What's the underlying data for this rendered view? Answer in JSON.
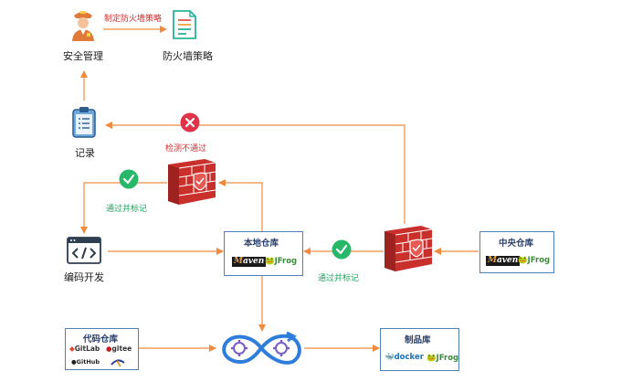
{
  "nodes": {
    "security_mgmt": "安全管理",
    "firewall_policy": "防火墙策略",
    "record": "记录",
    "coding": "编码开发",
    "local_repo": "本地仓库",
    "central_repo": "中央仓库",
    "code_repo": "代码仓库",
    "artifact_repo": "制品库"
  },
  "edges": {
    "set_policy": "制定防火墙策略",
    "check_failed": "检测不通过",
    "passed_marked_left": "通过并标记",
    "passed_marked_right": "通过并标记"
  },
  "logos": {
    "maven_prefix": "M",
    "maven_rest": "aven",
    "jfrog": "JFrog",
    "gitlab": "GitLab",
    "gitee": "gitee",
    "github": "GitHub",
    "docker": "docker"
  },
  "colors": {
    "arrow": "#f28a3d",
    "box_border": "#4f7fb8",
    "fail": "#e0334a",
    "pass": "#27b86a",
    "firewall": "#c9302c"
  }
}
